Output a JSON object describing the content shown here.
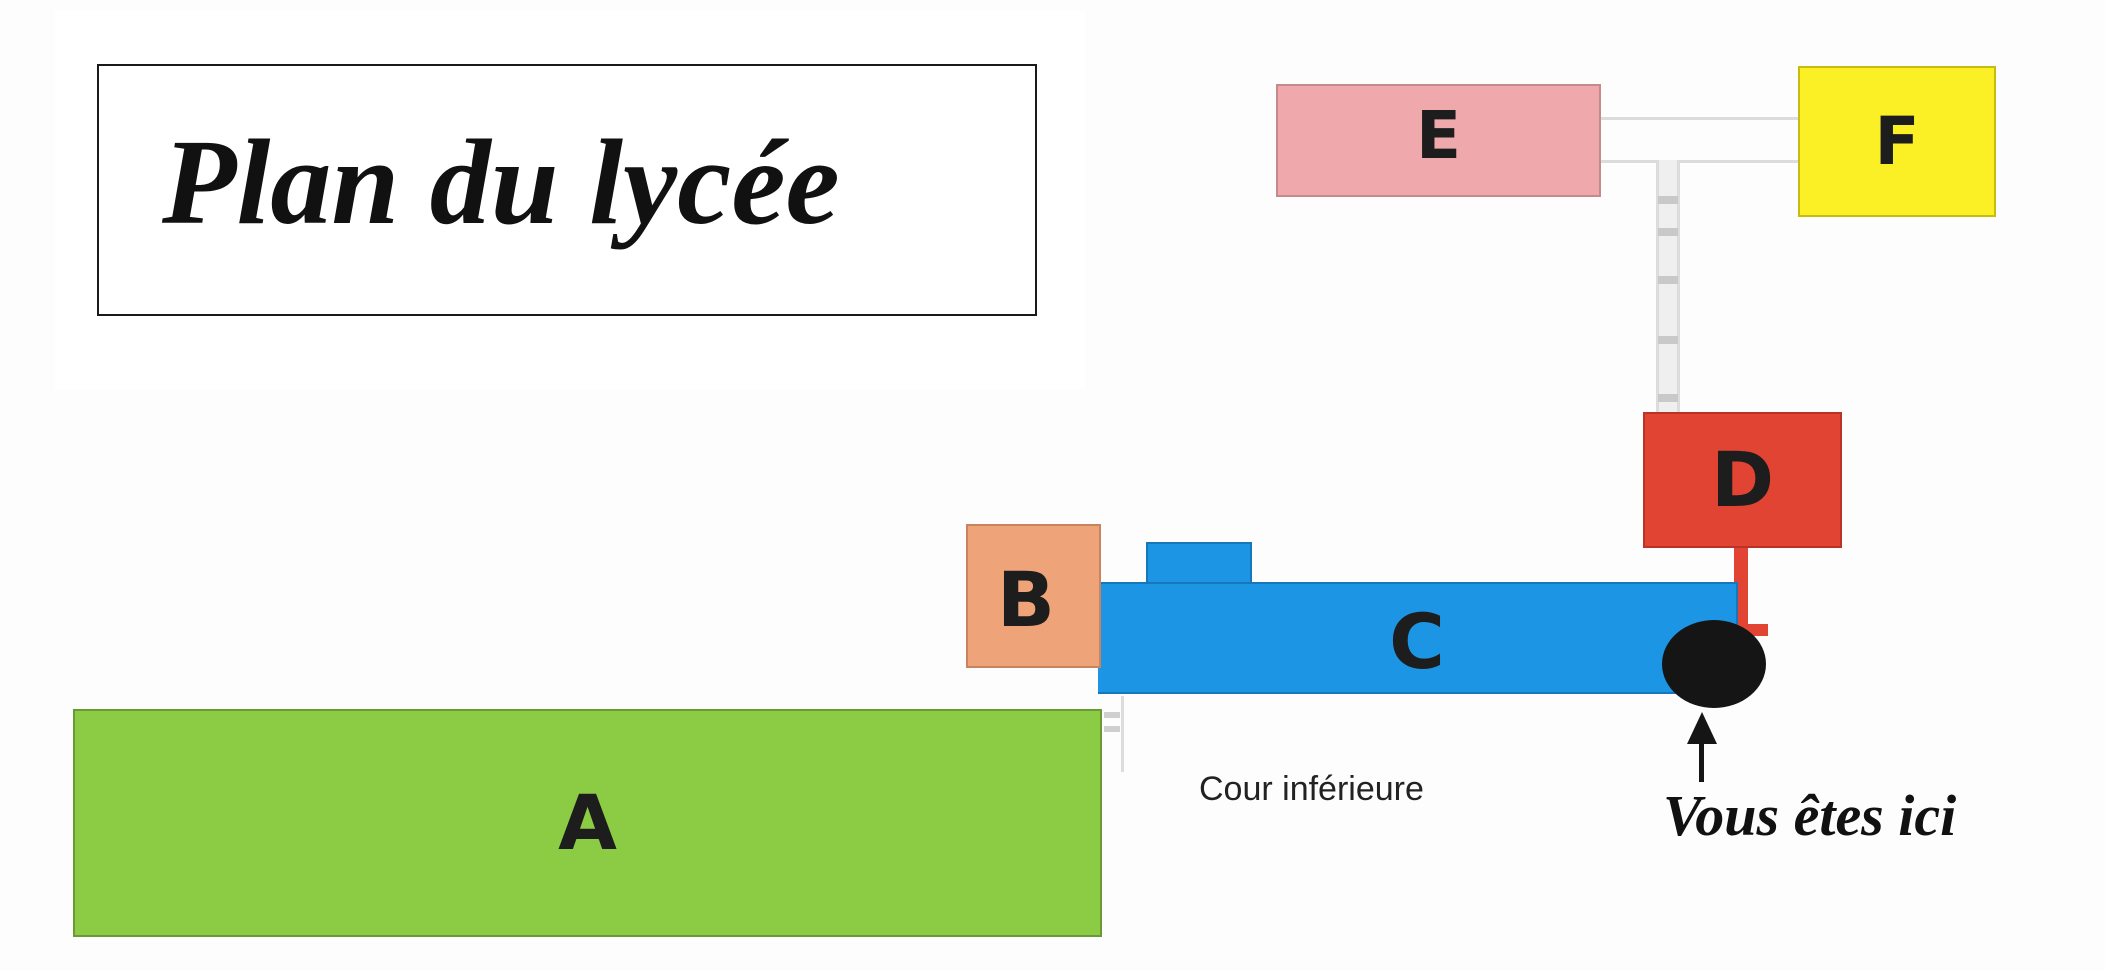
{
  "title": "Plan du lycée",
  "buildings": [
    {
      "label": "A",
      "color": "#8ccc44"
    },
    {
      "label": "B",
      "color": "#eea478"
    },
    {
      "label": "C",
      "color": "#1c96e4"
    },
    {
      "label": "D",
      "color": "#e24434"
    },
    {
      "label": "E",
      "color": "#efa8ab"
    },
    {
      "label": "F",
      "color": "#fbf026"
    }
  ],
  "court_label": "Cour inférieure",
  "you_are_here": "Vous êtes ici",
  "marker_icon": "location-dot-icon",
  "arrow_icon": "arrow-up-icon"
}
